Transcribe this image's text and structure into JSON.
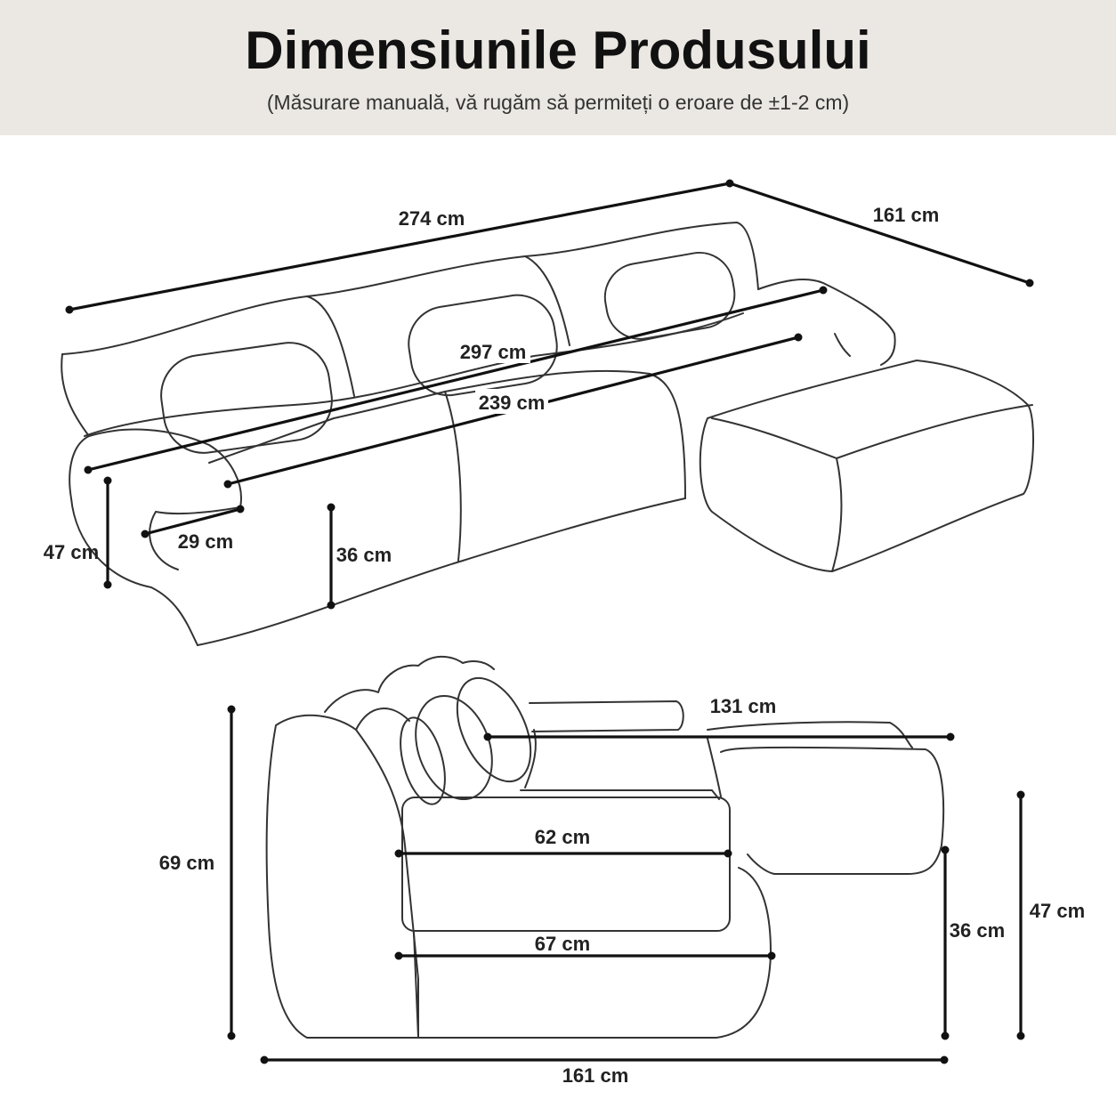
{
  "header": {
    "title": "Dimensiunile Produsului",
    "subtitle": "(Măsurare manuală, vă rugăm să permiteți o eroare de ±1-2 cm)"
  },
  "dimensions": {
    "top_total_length": "274 cm",
    "top_depth": "161 cm",
    "back_length": "297 cm",
    "seat_length": "239 cm",
    "arm_height": "47 cm",
    "arm_width": "29 cm",
    "seat_height": "36 cm",
    "chaise_length": "131 cm",
    "seat_depth": "62 cm",
    "base_depth": "67 cm",
    "back_height": "69 cm",
    "side_seat_height": "36 cm",
    "side_arm_height": "47 cm",
    "side_total_depth": "161 cm"
  },
  "colors": {
    "header_bg": "#ebe8e3",
    "line": "#111111"
  }
}
